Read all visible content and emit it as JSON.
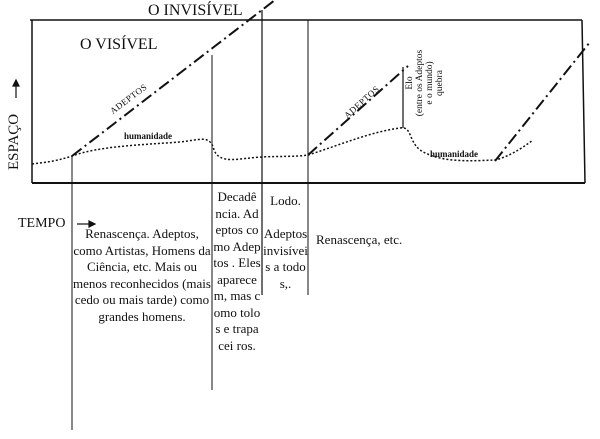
{
  "labels": {
    "invisible": "O INVISÍVEL",
    "visible": "O VISÍVEL",
    "space": "ESPAÇO",
    "time": "TEMPO",
    "adepts_1": "ADEPTOS",
    "adepts_2": "ADEPTOS",
    "humanity_1": "humanidade",
    "humanity_2": "humanidade",
    "link_1": "Elo",
    "link_2": "(entre os Adeptos",
    "link_3": "e o mundo)",
    "link_4": "quebra"
  },
  "periods": [
    {
      "text": "Renascença. Adeptos, como Artistas, Homens da Ciência, etc. Mais ou menos reconhecidos (mais cedo ou mais tarde) como grandes homens."
    },
    {
      "text": "Decadê ncia. Adeptos como Adeptos . Eles aparece m, mas como tolos e trapacei ros."
    },
    {
      "text": "Lodo.",
      "text2": "Adeptos invisívei s a todos,."
    },
    {
      "text": "Renascença, etc."
    }
  ]
}
